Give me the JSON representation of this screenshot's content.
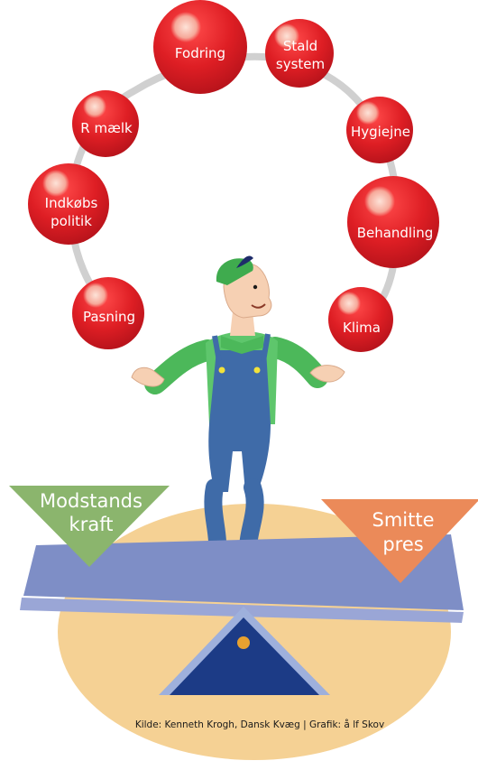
{
  "balls": {
    "fodring": {
      "line1": "Fodring"
    },
    "staldsystem": {
      "line1": "Stald",
      "line2": "system"
    },
    "ramaelk": {
      "line1": "R  mælk"
    },
    "hygiejne": {
      "line1": "Hygiejne"
    },
    "indkobs": {
      "line1": "Indkøbs",
      "line2": "politik"
    },
    "behandling": {
      "line1": "Behandling"
    },
    "pasning": {
      "line1": "Pasning"
    },
    "klima": {
      "line1": "Klima"
    }
  },
  "left_weight": {
    "line1": "Modstands",
    "line2": "kraft"
  },
  "right_weight": {
    "line1": "Smitte",
    "line2": "pres"
  },
  "credit": "Kilde: Kenneth Krogh, Dansk Kvæg | Grafik: å lf Skov",
  "colors": {
    "ball_red": "#dd1f26",
    "ring_grey": "#d3d3d3",
    "shirt_green": "#5cc46a",
    "overall_blue": "#3d6aa6",
    "beam_blue": "#7d8cc4",
    "fulcrum_blue": "#1f3f8a",
    "left_triangle": "#8bb56d",
    "right_triangle": "#e98a58",
    "ground_ellipse": "#f4cf91"
  }
}
